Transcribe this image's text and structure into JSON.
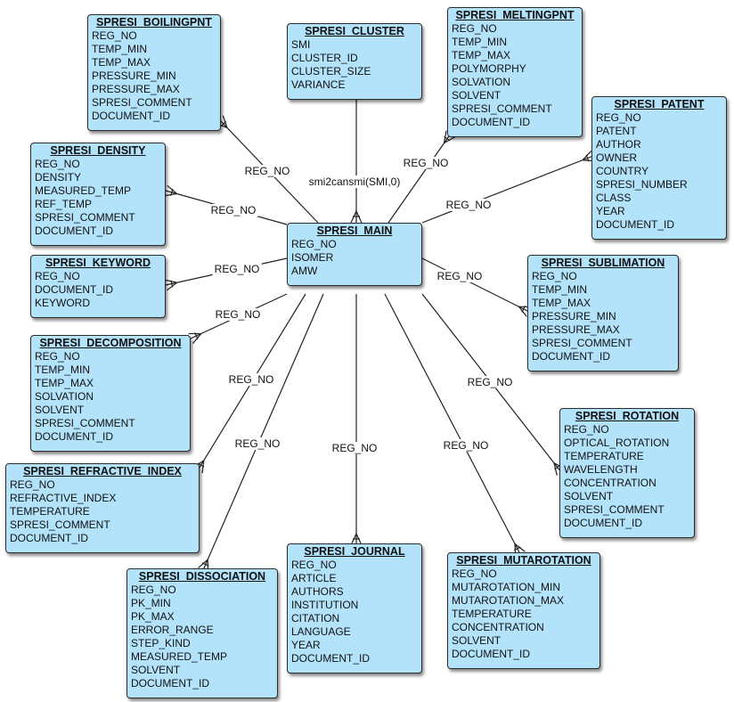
{
  "entities": [
    {
      "id": "spresi_boilingpnt",
      "name": "SPRESI_BOILINGPNT",
      "fields": [
        "REG_NO",
        "TEMP_MIN",
        "TEMP_MAX",
        "PRESSURE_MIN",
        "PRESSURE_MAX",
        "SPRESI_COMMENT",
        "DOCUMENT_ID"
      ]
    },
    {
      "id": "spresi_cluster",
      "name": "SPRESI_CLUSTER",
      "fields": [
        "SMI",
        "CLUSTER_ID",
        "CLUSTER_SIZE",
        "VARIANCE"
      ]
    },
    {
      "id": "spresi_meltingpnt",
      "name": "SPRESI_MELTINGPNT",
      "fields": [
        "REG_NO",
        "TEMP_MIN",
        "TEMP_MAX",
        "POLYMORPHY",
        "SOLVATION",
        "SOLVENT",
        "SPRESI_COMMENT",
        "DOCUMENT_ID"
      ]
    },
    {
      "id": "spresi_patent",
      "name": "SPRESI_PATENT",
      "fields": [
        "REG_NO",
        "PATENT",
        "AUTHOR",
        "OWNER",
        "COUNTRY",
        "SPRESI_NUMBER",
        "CLASS",
        "YEAR",
        "DOCUMENT_ID"
      ]
    },
    {
      "id": "spresi_density",
      "name": "SPRESI_DENSITY",
      "fields": [
        "REG_NO",
        "DENSITY",
        "MEASURED_TEMP",
        "REF_TEMP",
        "SPRESI_COMMENT",
        "DOCUMENT_ID"
      ]
    },
    {
      "id": "spresi_main",
      "name": "SPRESI_MAIN",
      "fields": [
        "REG_NO",
        "ISOMER",
        "AMW"
      ]
    },
    {
      "id": "spresi_keyword",
      "name": "SPRESI_KEYWORD",
      "fields": [
        "REG_NO",
        "DOCUMENT_ID",
        "KEYWORD"
      ]
    },
    {
      "id": "spresi_sublimation",
      "name": "SPRESI_SUBLIMATION",
      "fields": [
        "REG_NO",
        "TEMP_MIN",
        "TEMP_MAX",
        "PRESSURE_MIN",
        "PRESSURE_MAX",
        "SPRESI_COMMENT",
        "DOCUMENT_ID"
      ]
    },
    {
      "id": "spresi_decomposition",
      "name": "SPRESI_DECOMPOSITION",
      "fields": [
        "REG_NO",
        "TEMP_MIN",
        "TEMP_MAX",
        "SOLVATION",
        "SOLVENT",
        "SPRESI_COMMENT",
        "DOCUMENT_ID"
      ]
    },
    {
      "id": "spresi_rotation",
      "name": "SPRESI_ROTATION",
      "fields": [
        "REG_NO",
        "OPTICAL_ROTATION",
        "TEMPERATURE",
        "WAVELENGTH",
        "CONCENTRATION",
        "SOLVENT",
        "SPRESI_COMMENT",
        "DOCUMENT_ID"
      ]
    },
    {
      "id": "spresi_refractive_index",
      "name": "SPRESI_REFRACTIVE_INDEX",
      "fields": [
        "REG_NO",
        "REFRACTIVE_INDEX",
        "TEMPERATURE",
        "SPRESI_COMMENT",
        "DOCUMENT_ID"
      ]
    },
    {
      "id": "spresi_journal",
      "name": "SPRESI_JOURNAL",
      "fields": [
        "REG_NO",
        "ARTICLE",
        "AUTHORS",
        "INSTITUTION",
        "CITATION",
        "LANGUAGE",
        "YEAR",
        "DOCUMENT_ID"
      ]
    },
    {
      "id": "spresi_mutarotation",
      "name": "SPRESI_MUTAROTATION",
      "fields": [
        "REG_NO",
        "MUTAROTATION_MIN",
        "MUTAROTATION_MAX",
        "TEMPERATURE",
        "CONCENTRATION",
        "SOLVENT",
        "DOCUMENT_ID"
      ]
    },
    {
      "id": "spresi_dissociation",
      "name": "SPRESI_DISSOCIATION",
      "fields": [
        "REG_NO",
        "PK_MIN",
        "PK_MAX",
        "ERROR_RANGE",
        "STEP_KIND",
        "MEASURED_TEMP",
        "SOLVENT",
        "DOCUMENT_ID"
      ]
    }
  ],
  "relations": [
    {
      "id": "rel_boilingpnt",
      "from": "spresi_main",
      "to": "spresi_boilingpnt",
      "label": "REG_NO",
      "cardinality": "many"
    },
    {
      "id": "rel_cluster",
      "from": "spresi_cluster",
      "to": "spresi_main",
      "label": "smi2cansmi(SMI,0)",
      "cardinality": "many"
    },
    {
      "id": "rel_meltingpnt",
      "from": "spresi_main",
      "to": "spresi_meltingpnt",
      "label": "REG_NO",
      "cardinality": "many"
    },
    {
      "id": "rel_patent",
      "from": "spresi_main",
      "to": "spresi_patent",
      "label": "REG_NO",
      "cardinality": "many"
    },
    {
      "id": "rel_density",
      "from": "spresi_main",
      "to": "spresi_density",
      "label": "REG_NO",
      "cardinality": "many"
    },
    {
      "id": "rel_keyword",
      "from": "spresi_main",
      "to": "spresi_keyword",
      "label": "REG_NO",
      "cardinality": "many"
    },
    {
      "id": "rel_sublimation",
      "from": "spresi_main",
      "to": "spresi_sublimation",
      "label": "REG_NO",
      "cardinality": "many"
    },
    {
      "id": "rel_decomposition",
      "from": "spresi_main",
      "to": "spresi_decomposition",
      "label": "REG_NO",
      "cardinality": "many"
    },
    {
      "id": "rel_rotation",
      "from": "spresi_main",
      "to": "spresi_rotation",
      "label": "REG_NO",
      "cardinality": "many"
    },
    {
      "id": "rel_refractive_index",
      "from": "spresi_main",
      "to": "spresi_refractive_index",
      "label": "REG_NO",
      "cardinality": "many"
    },
    {
      "id": "rel_journal",
      "from": "spresi_main",
      "to": "spresi_journal",
      "label": "REG_NO",
      "cardinality": "many"
    },
    {
      "id": "rel_mutarotation",
      "from": "spresi_main",
      "to": "spresi_mutarotation",
      "label": "REG_NO",
      "cardinality": "many"
    },
    {
      "id": "rel_dissociation",
      "from": "spresi_main",
      "to": "spresi_dissociation",
      "label": "REG_NO",
      "cardinality": "many"
    }
  ],
  "colors": {
    "entity_fill": "#b3e3fb",
    "entity_border": "#2b2b2b",
    "edge": "#222222",
    "text": "#111111"
  }
}
